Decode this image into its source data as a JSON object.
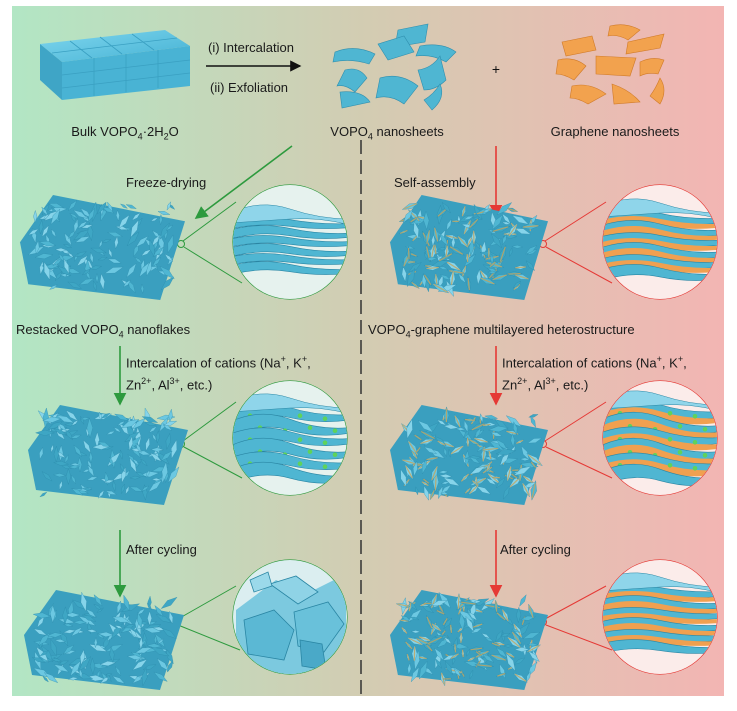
{
  "top": {
    "step1": "(i) Intercalation",
    "step2": "(ii) Exfoliation",
    "plus": "+",
    "bulk_label": [
      "Bulk VOPO",
      "4",
      "·2H",
      "2",
      "O"
    ],
    "nanosheets_label": [
      "VOPO",
      "4",
      " nanosheets"
    ],
    "graphene_label": "Graphene nanosheets"
  },
  "left": {
    "process1": "Freeze-drying",
    "product_label": [
      "Restacked VOPO",
      "4",
      " nanoflakes"
    ],
    "intercalation": [
      "Intercalation of cations (Na",
      "+",
      ", K",
      "+",
      ",",
      "Zn",
      "2+",
      ", Al",
      "3+",
      ", etc.)"
    ],
    "cycling": "After cycling"
  },
  "right": {
    "process1": "Self-assembly",
    "product_label": [
      "VOPO",
      "4",
      "-graphene multilayered heterostructure"
    ],
    "intercalation": [
      "Intercalation of cations (Na",
      "+",
      ", K",
      "+",
      ",",
      "Zn",
      "2+",
      ", Al",
      "3+",
      ", etc.)"
    ],
    "cycling": "After cycling"
  },
  "colors": {
    "green_bg": "#b5e3c3",
    "red_bg": "#f1b9b6",
    "vopo4": "#4fb6d2",
    "graphene": "#f0a050",
    "green_arrow": "#2d9a3e",
    "red_arrow": "#e53935",
    "cation": "#5fd35a"
  }
}
